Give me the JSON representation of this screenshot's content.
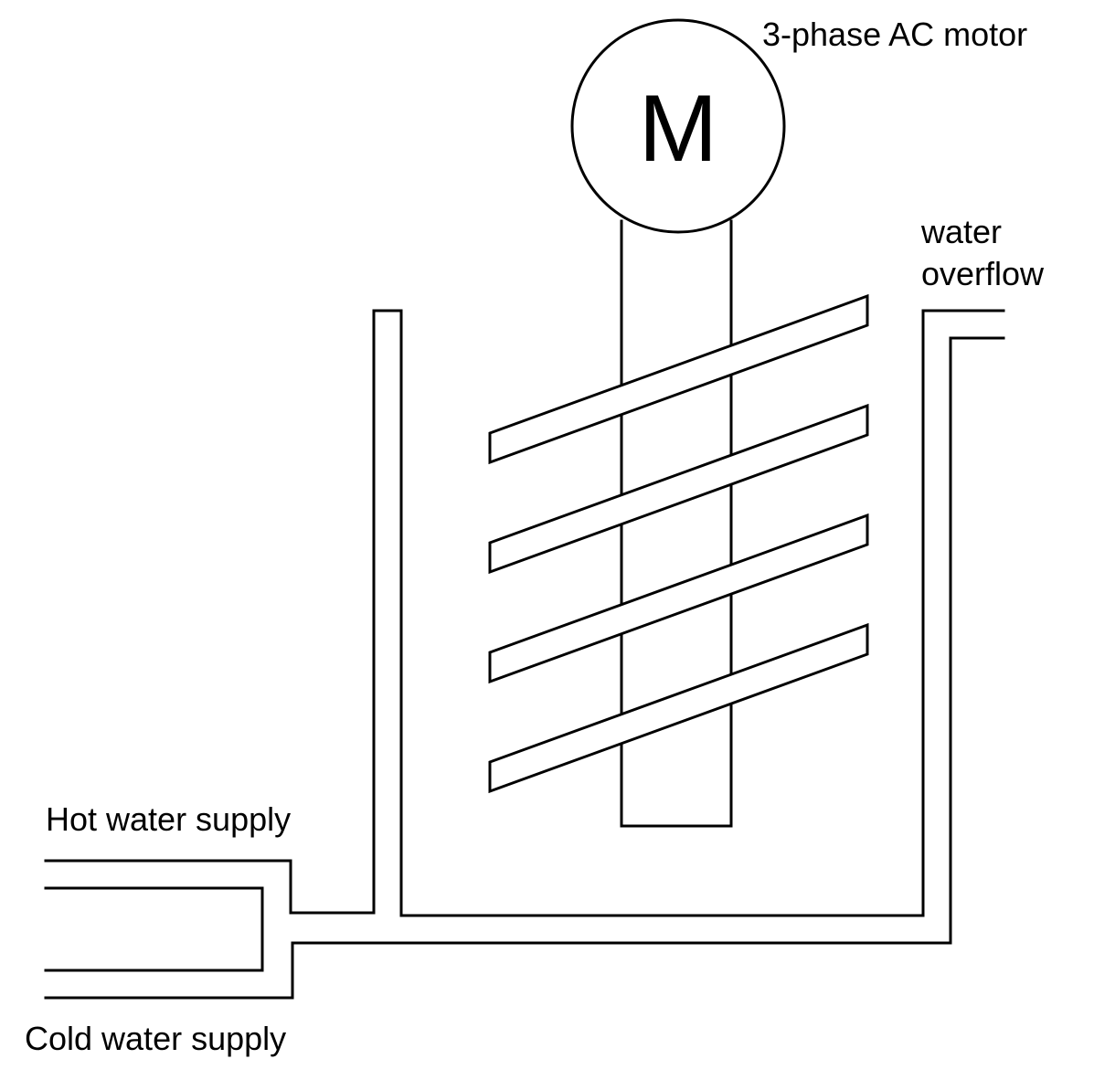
{
  "labels": {
    "motor": "3-phase AC motor",
    "motor_symbol": "M",
    "overflow_line1": "water",
    "overflow_line2": "overflow",
    "hot_supply": "Hot water supply",
    "cold_supply": "Cold water supply"
  },
  "components": {
    "motor": "motor",
    "shaft": "shaft",
    "mixer_blades": 4,
    "tank": "tank",
    "overflow_pipe": "water overflow",
    "hot_pipe": "hot water supply",
    "cold_pipe": "cold water supply"
  },
  "colors": {
    "stroke": "#000000",
    "background": "#ffffff"
  }
}
